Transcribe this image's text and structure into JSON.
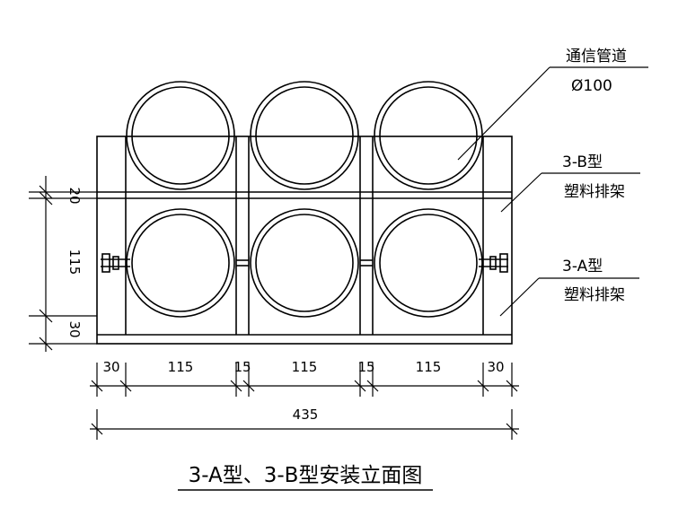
{
  "labels": {
    "pipe_name": "通信管道",
    "pipe_diameter": "Ø100",
    "rack_b_type": "3-B型",
    "rack_b_desc": "塑料排架",
    "rack_a_type": "3-A型",
    "rack_a_desc": "塑料排架"
  },
  "dimensions": {
    "horizontal": [
      "30",
      "115",
      "15",
      "115",
      "15",
      "115",
      "30"
    ],
    "total": "435",
    "vertical": [
      "20",
      "115",
      "30"
    ]
  },
  "title": "3-A型、3-B型安装立面图"
}
